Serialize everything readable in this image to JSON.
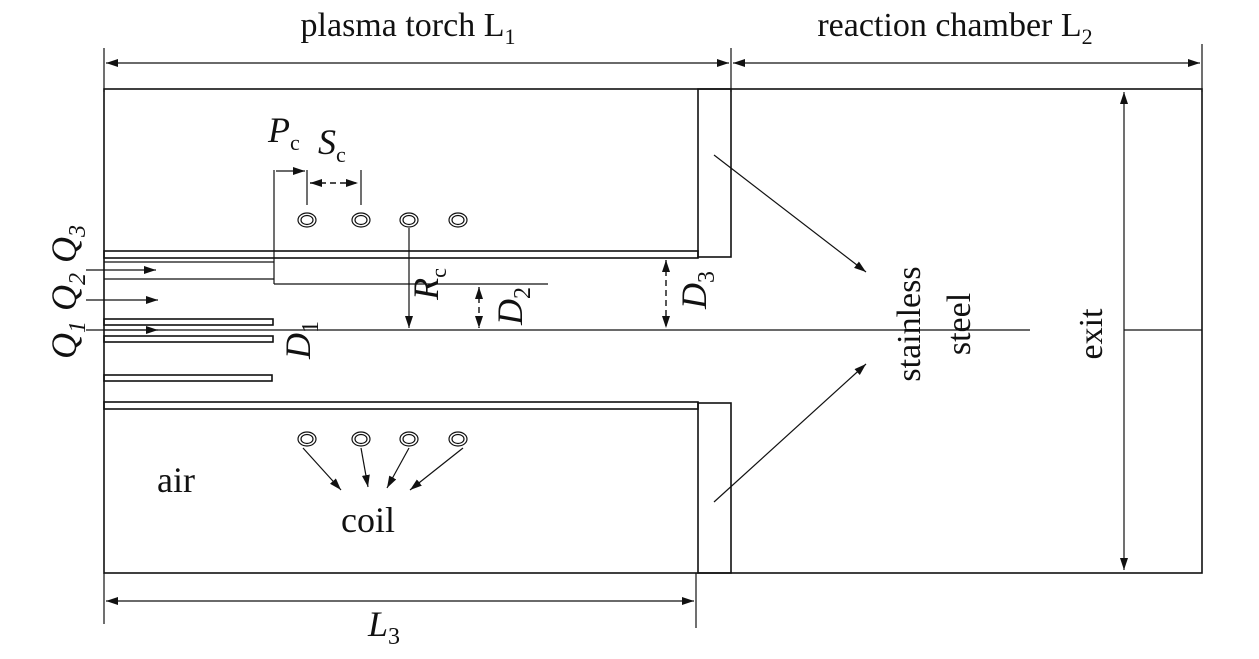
{
  "labels": {
    "plasma_torch": "plasma torch L",
    "plasma_torch_sub": "1",
    "reaction_chamber": "reaction chamber L",
    "reaction_chamber_sub": "2",
    "pc": "P",
    "pc_sub": "c",
    "sc": "S",
    "sc_sub": "c",
    "q1": "Q",
    "q1_sub": "1",
    "q2": "Q",
    "q2_sub": "2",
    "q3": "Q",
    "q3_sub": "3",
    "rc": "R",
    "rc_sub": "c",
    "d1": "D",
    "d1_sub": "1",
    "d2": "D",
    "d2_sub": "2",
    "d3": "D",
    "d3_sub": "3",
    "stainless": "stainless",
    "steel": "steel",
    "exit": "exit",
    "air": "air",
    "coil": "coil",
    "l3": "L",
    "l3_sub": "3"
  },
  "colors": {
    "stroke": "#111111",
    "background": "#ffffff"
  }
}
